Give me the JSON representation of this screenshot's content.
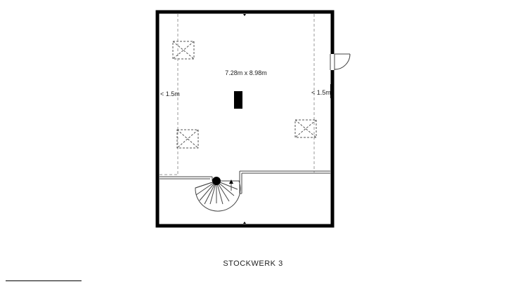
{
  "plan": {
    "room_dimensions": "7.28m x 8.98m",
    "left_height_marker": "< 1.5m",
    "right_height_marker": "< 1.5m",
    "floor_name": "STOCKWERK 3"
  },
  "colors": {
    "wall": "#000000",
    "line": "#444444",
    "dashed": "#999999",
    "background": "#ffffff"
  }
}
